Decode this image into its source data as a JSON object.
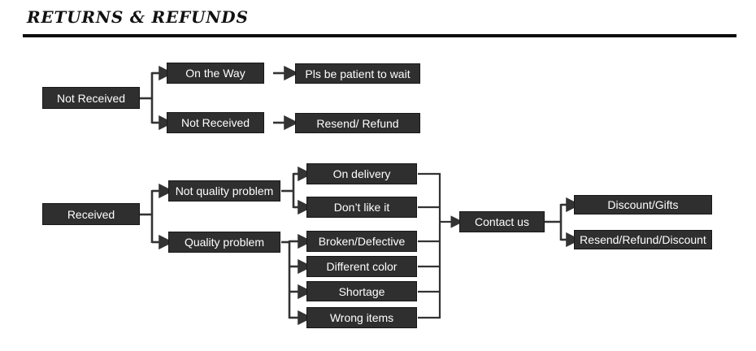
{
  "title": "RETURNS & REFUNDS",
  "colors": {
    "box_bg": "#2f2f2f",
    "box_border": "#181818",
    "box_text": "#ffffff",
    "line": "#333333",
    "title": "#111111",
    "background": "#ffffff"
  },
  "flowchart": {
    "nodes": {
      "not_received_main": {
        "label": "Not Received"
      },
      "on_the_way": {
        "label": "On the Way"
      },
      "pls_be_patient": {
        "label": "Pls be patient to wait"
      },
      "not_received_sub": {
        "label": "Not Received"
      },
      "resend_refund": {
        "label": "Resend/ Refund"
      },
      "received": {
        "label": "Received"
      },
      "not_quality_problem": {
        "label": "Not quality problem"
      },
      "quality_problem": {
        "label": "Quality problem"
      },
      "on_delivery": {
        "label": "On delivery"
      },
      "dont_like_it": {
        "label": "Don’t like it"
      },
      "broken_defective": {
        "label": "Broken/Defective"
      },
      "different_color": {
        "label": "Different color"
      },
      "shortage": {
        "label": "Shortage"
      },
      "wrong_items": {
        "label": "Wrong items"
      },
      "contact_us": {
        "label": "Contact us"
      },
      "discount_gifts": {
        "label": "Discount/Gifts"
      },
      "resend_refund_discount": {
        "label": "Resend/Refund/Discount"
      }
    },
    "edges": [
      {
        "from": "not_received_main",
        "to": "on_the_way"
      },
      {
        "from": "not_received_main",
        "to": "not_received_sub"
      },
      {
        "from": "on_the_way",
        "to": "pls_be_patient"
      },
      {
        "from": "not_received_sub",
        "to": "resend_refund"
      },
      {
        "from": "received",
        "to": "not_quality_problem"
      },
      {
        "from": "received",
        "to": "quality_problem"
      },
      {
        "from": "not_quality_problem",
        "to": "on_delivery"
      },
      {
        "from": "not_quality_problem",
        "to": "dont_like_it"
      },
      {
        "from": "quality_problem",
        "to": "broken_defective"
      },
      {
        "from": "quality_problem",
        "to": "different_color"
      },
      {
        "from": "quality_problem",
        "to": "shortage"
      },
      {
        "from": "quality_problem",
        "to": "wrong_items"
      },
      {
        "from": "on_delivery",
        "to": "contact_us"
      },
      {
        "from": "dont_like_it",
        "to": "contact_us"
      },
      {
        "from": "broken_defective",
        "to": "contact_us"
      },
      {
        "from": "different_color",
        "to": "contact_us"
      },
      {
        "from": "shortage",
        "to": "contact_us"
      },
      {
        "from": "wrong_items",
        "to": "contact_us"
      },
      {
        "from": "contact_us",
        "to": "discount_gifts"
      },
      {
        "from": "contact_us",
        "to": "resend_refund_discount"
      }
    ]
  }
}
